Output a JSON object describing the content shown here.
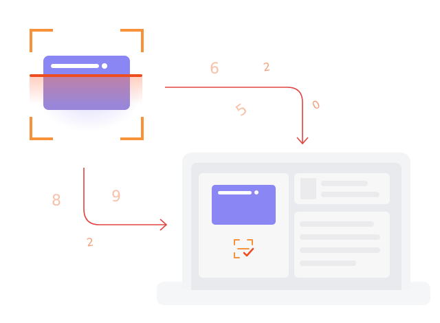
{
  "digits": {
    "d1": "6",
    "d2": "2",
    "d3": "5",
    "d4": "0",
    "d5": "8",
    "d6": "9",
    "d7": "2"
  },
  "colors": {
    "scan_frame": "#f7923b",
    "scan_line": "#ee4d1f",
    "card": "#8a86f4",
    "arrow": "#e0433f",
    "device_light": "#f3f4f6",
    "placeholder_bar": "#ebebed"
  },
  "icons": {
    "scan_check": "scan-check-icon"
  }
}
